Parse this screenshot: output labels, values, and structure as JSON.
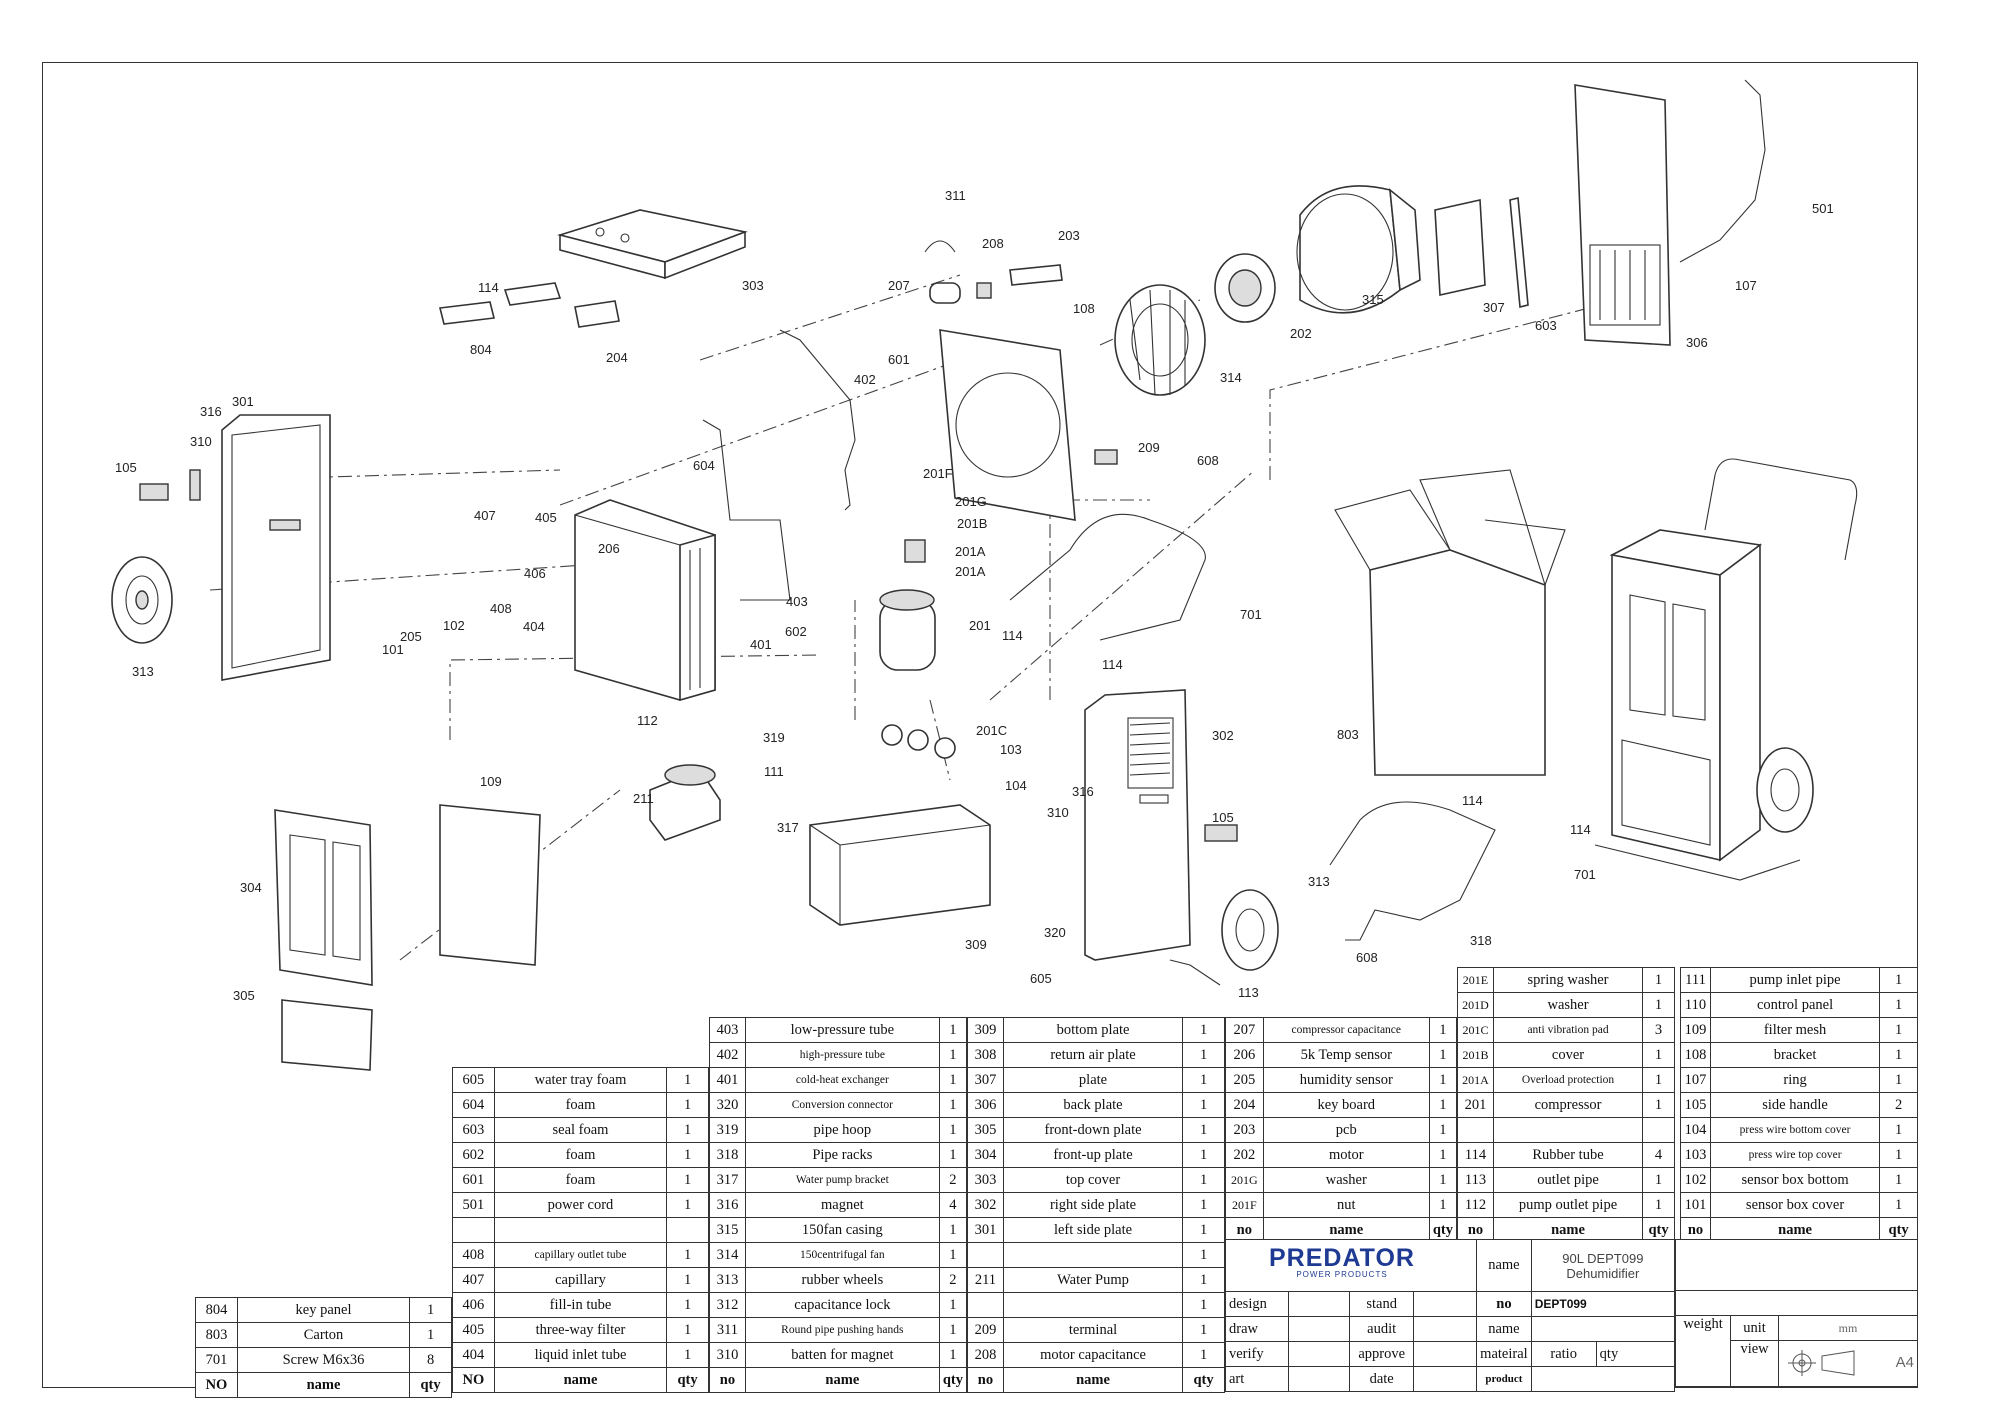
{
  "callouts": [
    "311",
    "208",
    "203",
    "207",
    "303",
    "114",
    "804",
    "204",
    "301",
    "316",
    "310",
    "105",
    "313",
    "402",
    "601",
    "604",
    "407",
    "405",
    "406",
    "206",
    "408",
    "404",
    "205",
    "102",
    "101",
    "403",
    "401",
    "201F",
    "201G",
    "201B",
    "201A",
    "201A",
    "602",
    "201",
    "314",
    "202",
    "315",
    "307",
    "603",
    "306",
    "501",
    "107",
    "108",
    "209",
    "608",
    "114",
    "114",
    "701",
    "112",
    "319",
    "111",
    "211",
    "317",
    "109",
    "304",
    "305",
    "201C",
    "103",
    "104",
    "316",
    "310",
    "302",
    "105",
    "313",
    "320",
    "309",
    "605",
    "113",
    "803",
    "114",
    "114",
    "701",
    "318",
    "608"
  ],
  "bom_left": [
    {
      "no": "804",
      "name": "key panel",
      "qty": "1"
    },
    {
      "no": "803",
      "name": "Carton",
      "qty": "1"
    },
    {
      "no": "701",
      "name": "Screw M6x36",
      "qty": "8"
    },
    {
      "no": "NO",
      "name": "name",
      "qty": "qty"
    }
  ],
  "bom_col2": [
    {
      "no": "605",
      "name": "water tray foam",
      "qty": "1"
    },
    {
      "no": "604",
      "name": "foam",
      "qty": "1"
    },
    {
      "no": "603",
      "name": "seal foam",
      "qty": "1"
    },
    {
      "no": "602",
      "name": "foam",
      "qty": "1"
    },
    {
      "no": "601",
      "name": "foam",
      "qty": "1"
    },
    {
      "no": "501",
      "name": "power cord",
      "qty": "1"
    },
    {
      "no": "",
      "name": "",
      "qty": ""
    },
    {
      "no": "408",
      "name": "capillary outlet tube",
      "qty": "1"
    },
    {
      "no": "407",
      "name": "capillary",
      "qty": "1"
    },
    {
      "no": "406",
      "name": "fill-in tube",
      "qty": "1"
    },
    {
      "no": "405",
      "name": "three-way filter",
      "qty": "1"
    },
    {
      "no": "404",
      "name": "liquid inlet tube",
      "qty": "1"
    },
    {
      "no": "NO",
      "name": "name",
      "qty": "qty"
    }
  ],
  "bom_col3": [
    {
      "no": "403",
      "name": "low-pressure tube",
      "qty": "1"
    },
    {
      "no": "402",
      "name": "high-pressure tube",
      "qty": "1"
    },
    {
      "no": "401",
      "name": "cold-heat exchanger",
      "qty": "1"
    },
    {
      "no": "320",
      "name": "Conversion connector",
      "qty": "1"
    },
    {
      "no": "319",
      "name": "pipe hoop",
      "qty": "1"
    },
    {
      "no": "318",
      "name": "Pipe racks",
      "qty": "1"
    },
    {
      "no": "317",
      "name": "Water pump bracket",
      "qty": "2"
    },
    {
      "no": "316",
      "name": "magnet",
      "qty": "4"
    },
    {
      "no": "315",
      "name": "150fan casing",
      "qty": "1"
    },
    {
      "no": "314",
      "name": "150centrifugal fan",
      "qty": "1"
    },
    {
      "no": "313",
      "name": "rubber wheels",
      "qty": "2"
    },
    {
      "no": "312",
      "name": "capacitance lock",
      "qty": "1"
    },
    {
      "no": "311",
      "name": "Round pipe pushing hands",
      "qty": "1"
    },
    {
      "no": "310",
      "name": "batten for magnet",
      "qty": "1"
    },
    {
      "no": "no",
      "name": "name",
      "qty": "qty"
    }
  ],
  "bom_col4": [
    {
      "no": "309",
      "name": "bottom plate",
      "qty": "1"
    },
    {
      "no": "308",
      "name": "return air plate",
      "qty": "1"
    },
    {
      "no": "307",
      "name": "plate",
      "qty": "1"
    },
    {
      "no": "306",
      "name": "back plate",
      "qty": "1"
    },
    {
      "no": "305",
      "name": "front-down plate",
      "qty": "1"
    },
    {
      "no": "304",
      "name": "front-up plate",
      "qty": "1"
    },
    {
      "no": "303",
      "name": "top cover",
      "qty": "1"
    },
    {
      "no": "302",
      "name": "right side plate",
      "qty": "1"
    },
    {
      "no": "301",
      "name": "left side plate",
      "qty": "1"
    },
    {
      "no": "",
      "name": "",
      "qty": "1"
    },
    {
      "no": "211",
      "name": "Water Pump",
      "qty": "1"
    },
    {
      "no": "",
      "name": "",
      "qty": "1"
    },
    {
      "no": "209",
      "name": "terminal",
      "qty": "1"
    },
    {
      "no": "208",
      "name": "motor capacitance",
      "qty": "1"
    },
    {
      "no": "no",
      "name": "name",
      "qty": "qty"
    }
  ],
  "bom_col5": [
    {
      "no": "207",
      "name": "compressor capacitance",
      "qty": "1"
    },
    {
      "no": "206",
      "name": "5k Temp sensor",
      "qty": "1"
    },
    {
      "no": "205",
      "name": "humidity sensor",
      "qty": "1"
    },
    {
      "no": "204",
      "name": "key board",
      "qty": "1"
    },
    {
      "no": "203",
      "name": "pcb",
      "qty": "1"
    },
    {
      "no": "202",
      "name": "motor",
      "qty": "1"
    },
    {
      "no": "201G",
      "name": "washer",
      "qty": "1"
    },
    {
      "no": "201F",
      "name": "nut",
      "qty": "1"
    },
    {
      "no": "no",
      "name": "name",
      "qty": "qty"
    }
  ],
  "bom_col6": [
    {
      "no": "201E",
      "name": "spring washer",
      "qty": "1"
    },
    {
      "no": "201D",
      "name": "washer",
      "qty": "1"
    },
    {
      "no": "201C",
      "name": "anti vibration pad",
      "qty": "3"
    },
    {
      "no": "201B",
      "name": "cover",
      "qty": "1"
    },
    {
      "no": "201A",
      "name": "Overload protection",
      "qty": "1"
    },
    {
      "no": "201",
      "name": "compressor",
      "qty": "1"
    },
    {
      "no": "",
      "name": "",
      "qty": ""
    },
    {
      "no": "114",
      "name": "Rubber tube",
      "qty": "4"
    },
    {
      "no": "113",
      "name": "outlet pipe",
      "qty": "1"
    },
    {
      "no": "112",
      "name": "pump outlet pipe",
      "qty": "1"
    },
    {
      "no": "no",
      "name": "name",
      "qty": "qty"
    }
  ],
  "bom_col7": [
    {
      "no": "111",
      "name": "pump inlet pipe",
      "qty": "1"
    },
    {
      "no": "110",
      "name": "control panel",
      "qty": "1"
    },
    {
      "no": "109",
      "name": "filter mesh",
      "qty": "1"
    },
    {
      "no": "108",
      "name": "bracket",
      "qty": "1"
    },
    {
      "no": "107",
      "name": "ring",
      "qty": "1"
    },
    {
      "no": "105",
      "name": "side handle",
      "qty": "2"
    },
    {
      "no": "104",
      "name": "press wire bottom cover",
      "qty": "1"
    },
    {
      "no": "103",
      "name": "press wire top cover",
      "qty": "1"
    },
    {
      "no": "102",
      "name": "sensor box bottom",
      "qty": "1"
    },
    {
      "no": "101",
      "name": "sensor box cover",
      "qty": "1"
    },
    {
      "no": "no",
      "name": "name",
      "qty": "qty"
    }
  ],
  "title_block": {
    "brand": "PREDATOR",
    "brand_sub": "POWER PRODUCTS",
    "name_label": "name",
    "model_line1": "90L DEPT099",
    "model_line2": "Dehumidifier",
    "no_label": "no",
    "no_value": "DEPT099",
    "design": "design",
    "stand": "stand",
    "draw": "draw",
    "audit": "audit",
    "verify": "verify",
    "approve": "approve",
    "art": "art",
    "date": "date",
    "name2": "name",
    "mateiral": "mateiral",
    "ratio": "ratio",
    "qty": "qty",
    "weight": "weight",
    "product": "product",
    "unit": "unit",
    "unit_value": "mm",
    "view": "view",
    "paper": "A4"
  }
}
